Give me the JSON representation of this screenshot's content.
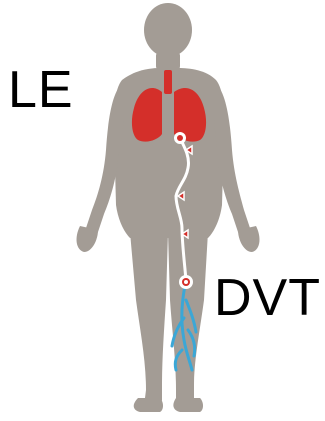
{
  "labels": {
    "top_left": "LE",
    "bottom_right": "DVT"
  },
  "colors": {
    "body": "#a39c95",
    "lungs": "#d42f2a",
    "veins": "#3ba7d6",
    "clot_path": "#ffffff",
    "clot_fill": "#d42f2a",
    "background": "#ffffff",
    "text": "#000000"
  },
  "icons": {
    "figure": "human-body-silhouette",
    "lungs": "lungs-icon",
    "clot": "blood-clot-icon",
    "veins": "leg-veins-icon"
  }
}
